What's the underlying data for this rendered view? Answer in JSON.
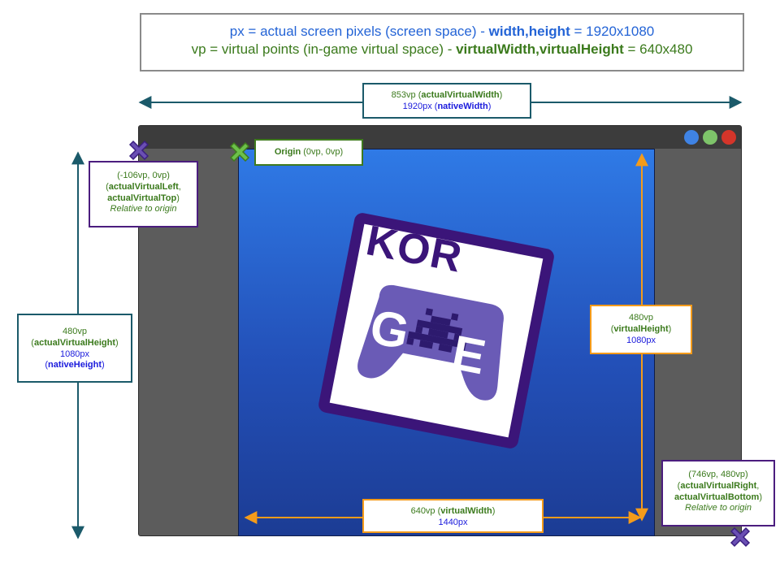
{
  "legend": {
    "px_prefix": "px = actual screen pixels (screen space) - ",
    "px_key": "width,height",
    "px_eq": " = 1920x1080",
    "vp_prefix": "vp = virtual points (in-game virtual space) - ",
    "vp_key": "virtualWidth,virtualHeight",
    "vp_eq": " = 640x480"
  },
  "top_label": {
    "vp_value": "853vp (",
    "vp_key": "actualVirtualWidth",
    "vp_close": ")",
    "px_value": "1920px (",
    "px_key": "nativeWidth",
    "px_close": ")"
  },
  "origin_label": {
    "key": "Origin",
    "value": " (0vp, 0vp)"
  },
  "top_left_label": {
    "coords": "(-106vp, 0vp)",
    "open": "(",
    "key1": "actualVirtualLeft",
    "comma": ",",
    "key2": "actualVirtualTop",
    "close": ")",
    "note": "Relative to origin"
  },
  "left_label": {
    "vp_value": "480vp",
    "open": "(",
    "vp_key": "actualVirtualHeight",
    "close": ")",
    "px_value": "1080px",
    "px_open": "(",
    "px_key": "nativeHeight",
    "px_close": ")"
  },
  "right_label": {
    "vp_value": "480vp",
    "open": "(",
    "vp_key": "virtualHeight",
    "close": ")",
    "px_value": "1080px"
  },
  "bottom_label": {
    "vp_value": "640vp (",
    "vp_key": "virtualWidth",
    "vp_close": ")",
    "px_value": "1440px"
  },
  "bottom_right_label": {
    "coords": "(746vp, 480vp)",
    "open": "(",
    "key1": "actualVirtualRight",
    "comma": ",",
    "key2": "actualVirtualBottom",
    "close": ")",
    "note": "Relative to origin"
  },
  "logo": {
    "line1": "KOR",
    "letter_g": "G",
    "letter_e": "E"
  },
  "colors": {
    "vp_text": "#3b7a1c",
    "px_text": "#1a1adc",
    "teal_arrow": "#1b5a6a",
    "orange_arrow": "#f49b1a",
    "origin_marker": "#6cc04a",
    "corner_marker": "#6a4fb3",
    "viewport_top": "#2f7ae6",
    "viewport_bottom": "#1c3c94",
    "logo_purple": "#3b1579",
    "gamepad": "#6a5bb6"
  },
  "icons": {
    "window_buttons": [
      "blue-circle-icon",
      "green-circle-icon",
      "red-circle-icon"
    ],
    "markers": [
      "green-x-icon",
      "purple-x-icon"
    ]
  }
}
